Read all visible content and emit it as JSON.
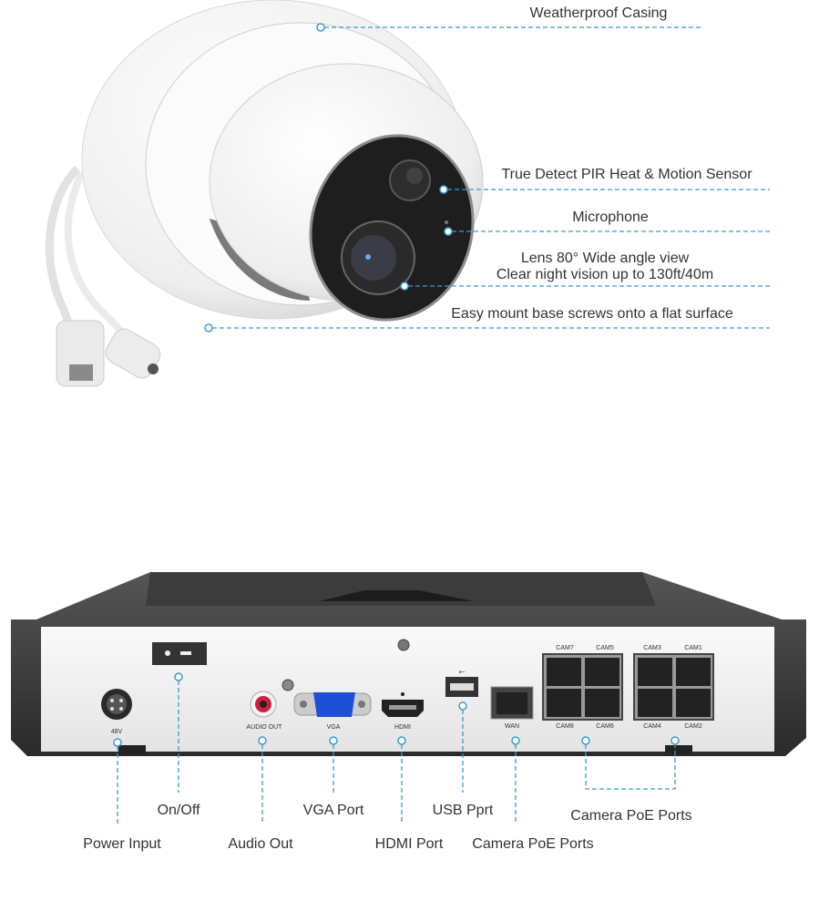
{
  "camera": {
    "callouts": {
      "casing": "Weatherproof Casing",
      "pir": "True Detect PIR Heat & Motion Sensor",
      "mic": "Microphone",
      "lens_line1": "Lens 80° Wide angle view",
      "lens_line2": "Clear night vision up to 130ft/40m",
      "mount": "Easy mount base screws onto a flat surface"
    }
  },
  "nvr": {
    "port_labels": {
      "power_rating": "48V",
      "audio_out": "AUDIO OUT",
      "vga": "VGA",
      "hdmi": "HDMI",
      "wan": "WAN",
      "cam7": "CAM7",
      "cam5": "CAM5",
      "cam3": "CAM3",
      "cam1": "CAM1",
      "cam8": "CAM8",
      "cam6": "CAM6",
      "cam4": "CAM4",
      "cam2": "CAM2"
    },
    "callouts": {
      "power": "Power Input",
      "onoff": "On/Off",
      "audio": "Audio Out",
      "vga": "VGA Port",
      "hdmi": "HDMI Port",
      "usb": "USB Pprt",
      "wan": "Camera PoE Ports",
      "poe": "Camera PoE Ports"
    }
  },
  "colors": {
    "callout": "#3a9bd0"
  }
}
